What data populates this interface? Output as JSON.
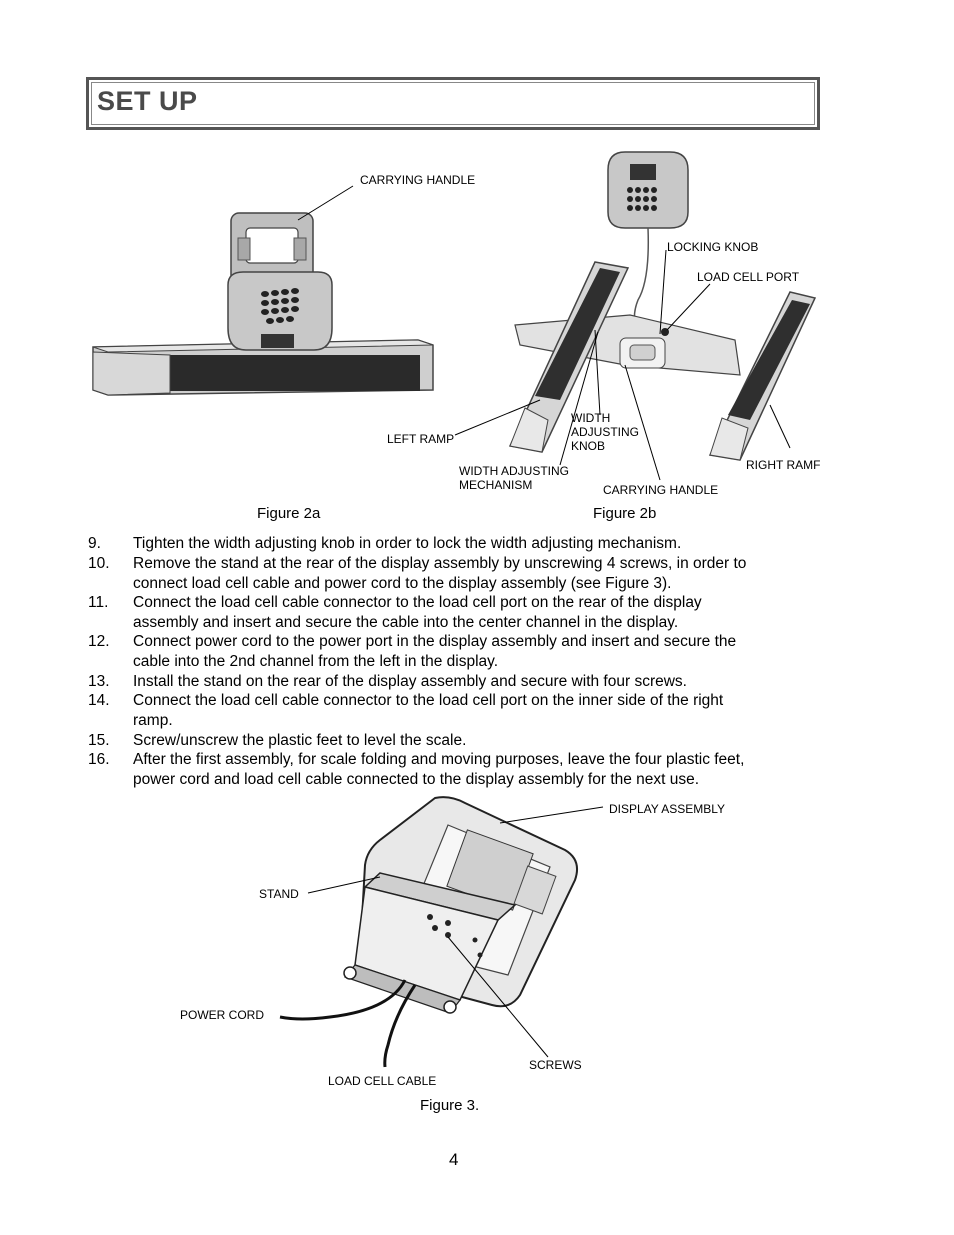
{
  "header": {
    "title": "SET UP"
  },
  "figure2a": {
    "labels": {
      "carrying_handle": "CARRYING HANDLE"
    },
    "caption": "Figure 2a"
  },
  "figure2b": {
    "labels": {
      "locking_knob": "LOCKING KNOB",
      "load_cell_port": "LOAD CELL PORT",
      "left_ramp": "LEFT RAMP",
      "width_adjusting_knob_1": "WIDTH",
      "width_adjusting_knob_2": "ADJUSTING",
      "width_adjusting_knob_3": "KNOB",
      "width_mechanism_1": "WIDTH ADJUSTING",
      "width_mechanism_2": "MECHANISM",
      "carrying_handle": "CARRYING HANDLE",
      "right_ramp": "RIGHT RAMF"
    },
    "caption": "Figure 2b"
  },
  "steps": [
    {
      "num": "9.",
      "lines": [
        "Tighten the width adjusting knob in order to lock the width adjusting mechanism."
      ]
    },
    {
      "num": "10.",
      "lines": [
        "Remove the stand at the rear of the display assembly by unscrewing 4 screws, in order to",
        "connect load cell cable and power cord to the display assembly (see Figure 3)."
      ]
    },
    {
      "num": "11.",
      "lines": [
        "Connect the load cell cable connector to the load cell port on the rear of the display",
        "assembly and insert and secure the cable into the center channel in the display."
      ]
    },
    {
      "num": "12.",
      "lines": [
        "Connect power cord to the power port in the display assembly and insert and secure the",
        "cable into the 2nd channel from the left in the display."
      ]
    },
    {
      "num": "13.",
      "lines": [
        "Install the stand on the rear of the display assembly and secure with four screws."
      ]
    },
    {
      "num": "14.",
      "lines": [
        "Connect the load cell cable connector to the load cell port on the inner side of the right",
        "ramp."
      ]
    },
    {
      "num": "15.",
      "lines": [
        "Screw/unscrew the plastic feet to level the scale."
      ]
    },
    {
      "num": "16.",
      "lines": [
        "After the first assembly, for scale folding and moving purposes, leave the four plastic feet,",
        "power cord and load cell cable connected to the display assembly for the next use."
      ]
    }
  ],
  "figure3": {
    "labels": {
      "display_assembly": "DISPLAY ASSEMBLY",
      "stand": "STAND",
      "power_cord": "POWER CORD",
      "screws": "SCREWS",
      "load_cell_cable": "LOAD CELL CABLE"
    },
    "caption": "Figure 3."
  },
  "page_number": "4"
}
